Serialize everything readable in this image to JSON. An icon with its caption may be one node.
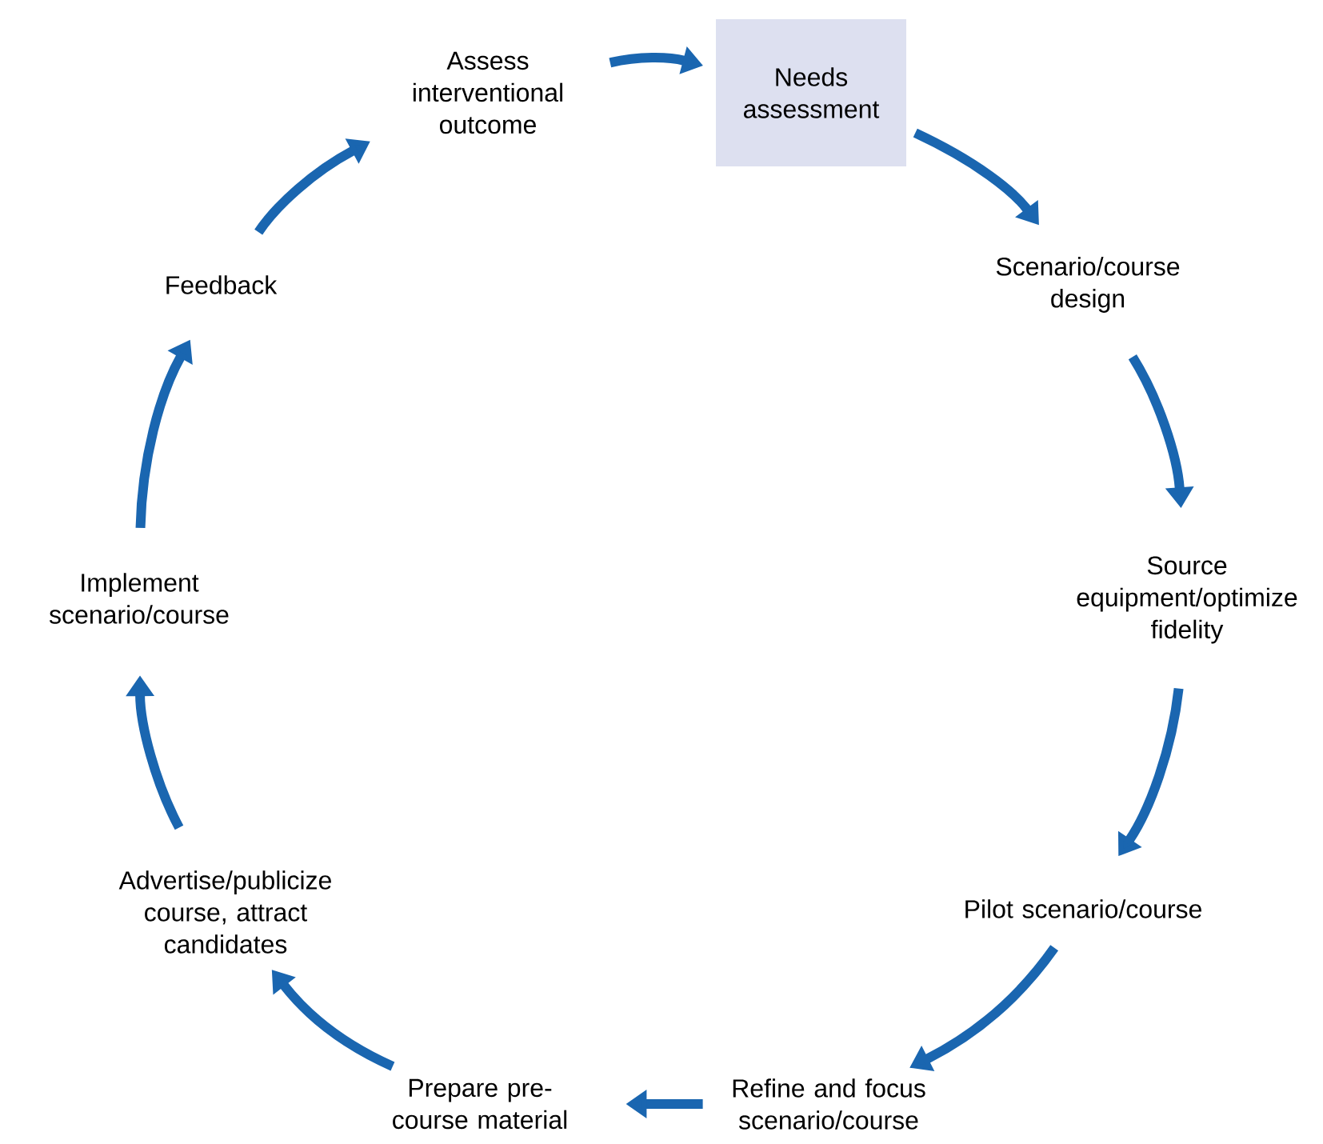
{
  "diagram": {
    "nodes": [
      {
        "text": [
          "Needs assessment"
        ]
      },
      {
        "text": [
          "Scenario/course design"
        ]
      },
      {
        "text": [
          "Source equipment/optimize fidelity"
        ]
      },
      {
        "text": [
          "Pilot scenario/course"
        ]
      },
      {
        "text": [
          "Refine and focus scenario/course"
        ]
      },
      {
        "text": [
          "Prepare pre-course material"
        ]
      },
      {
        "text": [
          "Advertise/publicize course, attract candidates"
        ]
      },
      {
        "text": [
          "Implement scenario/course"
        ]
      },
      {
        "text": [
          "Feedback"
        ]
      },
      {
        "text": [
          "Assess interventional outcome"
        ]
      }
    ],
    "edges": [
      {
        "from": 0,
        "to": 1,
        "arrow": "to"
      },
      {
        "from": 1,
        "to": 2,
        "arrow": "to"
      },
      {
        "from": 2,
        "to": 3,
        "arrow": "to"
      },
      {
        "from": 3,
        "to": 4,
        "arrow": "to"
      },
      {
        "from": 4,
        "to": 5,
        "arrow": "to"
      },
      {
        "from": 5,
        "to": 6,
        "arrow": "to"
      },
      {
        "from": 6,
        "to": 7,
        "arrow": "to"
      },
      {
        "from": 7,
        "to": 8,
        "arrow": "to"
      },
      {
        "from": 8,
        "to": 9,
        "arrow": "to"
      },
      {
        "from": 9,
        "to": 0,
        "arrow": "to"
      }
    ]
  }
}
